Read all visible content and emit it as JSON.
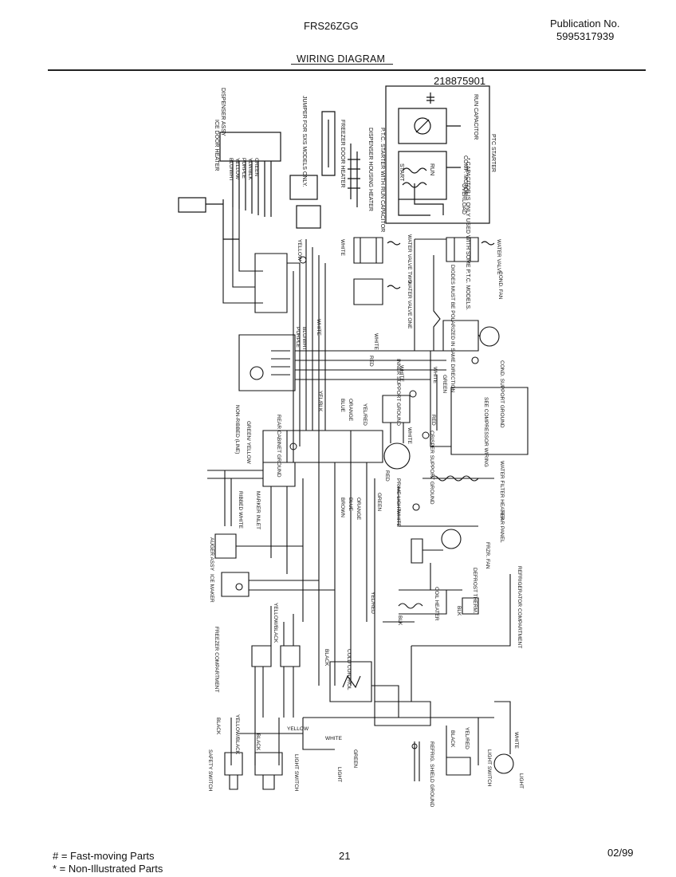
{
  "header": {
    "model": "FRS26ZGG",
    "publication_label": "Publication No.",
    "publication_number": "5995317939",
    "section_title": "WIRING DIAGRAM"
  },
  "diagram": {
    "part_number": "218875901",
    "components": {
      "dispenser_assy": "DISPENSER ASSY",
      "ice_door_heater": "ICE DOOR HEATER",
      "jumper": "JUMPER FOR SXS MODELS ONLY.",
      "freezer_door_heater": "FREEZER DOOR HEATER",
      "dispenser_housing_heater": "DISPENSER HOUSING HEATER",
      "ptc_starter_run_cap": "P.T.C. STARTER WITH RUN CAPACITOR",
      "run_capacitor": "RUN CAPACITOR",
      "ptc_starter": "PTC STARTER",
      "start": "START",
      "run": "RUN",
      "comp_motor": "COMP. MOTOR",
      "overload": "OVERLOAD",
      "capacitor_note": "* CAPACITOR IS ONLY USED WITH SOME P.T.C. MODELS.",
      "water_valve_one": "WATER VALVE ONE",
      "water_valve_two": "WATER VALVE TWO",
      "water_valve": "WATER VALVE",
      "polarized_note": "DIODES MUST BE POLARIZED IN SAME DIRECTION",
      "cond_fan": "COND. FAN",
      "cond_support_ground": "COND. SUPPORT GROUND",
      "see_compressor_wiring": "SEE COMPRESSOR WIRING",
      "crisper_support_ground": "CRISPER SUPPORT GROUND",
      "water_filter_heater": "WATER FILTER HEATER",
      "rear_panel": "REAR PANEL",
      "frzr_fan": "FRZR. FAN",
      "defrost_therm": "DEFROST THERM.",
      "coil_heater": "COIL HEATER",
      "refrigerator_compartment": "REFRIGERATOR COMPARTMENT",
      "freezer_compartment": "FREEZER COMPARTMENT",
      "cold_control": "COLD CONTROL",
      "non_ribbed_line": "NON-RIBBED (LINE)",
      "ribbed_white": "RIBBED WHITE",
      "marker_inlet": "MARKER INLET",
      "auger_assy": "AUGER ASSY",
      "ice_maker": "ICE MAKER",
      "safety_switch": "SAFETY SWITCH",
      "light_switch": "LIGHT SWITCH",
      "light": "LIGHT",
      "refrig_shield_ground": "REFRIG. SHIELD GROUND",
      "rear_cabinet_ground": "REAR CABINET GROUND",
      "inner_support_ground": "INNER SUPPORT GROUND",
      "prime_light": "PRIME LIGHT",
      "green_yellow": "GREEN/ YELLOW"
    },
    "wires": {
      "blu_wht": "BLU/WHT",
      "yellow": "YELLOW",
      "purple": "PURPLE",
      "ylw_blk": "YLW/BLK",
      "green": "GREEN",
      "white": "WHITE",
      "blue": "BLUE",
      "orange": "ORANGE",
      "red": "RED",
      "yel_red": "YEL/RED",
      "black": "BLACK",
      "blk": "BLK",
      "brown": "BROWN",
      "yellow_black": "YELLOW/BLACK",
      "yel_blk": "YEL/BLK"
    }
  },
  "footer": {
    "legend_fast": "# = Fast-moving Parts",
    "legend_non": "* = Non-Illustrated Parts",
    "page_number": "21",
    "date": "02/99"
  }
}
